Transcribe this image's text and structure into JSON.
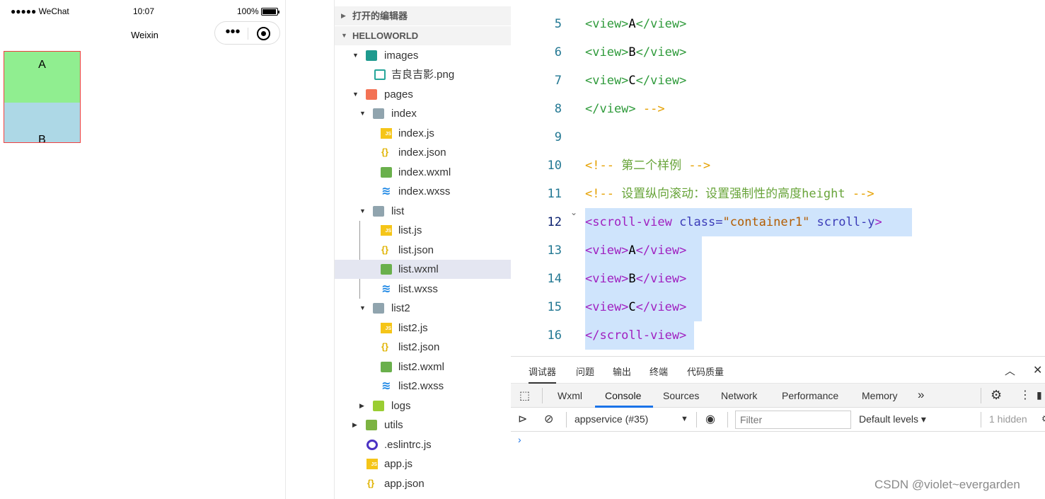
{
  "phone": {
    "status": {
      "signal": "●●●●● WeChat",
      "time": "10:07",
      "battery": "100%"
    },
    "nav_title": "Weixin",
    "capsule_dots": "•••",
    "box_a": "A",
    "box_b": "B"
  },
  "explorer": {
    "open_editors": "打开的编辑器",
    "project": "HELLOWORLD",
    "items": [
      {
        "label": "images"
      },
      {
        "label": "吉良吉影.png"
      },
      {
        "label": "pages"
      },
      {
        "label": "index"
      },
      {
        "label": "index.js"
      },
      {
        "label": "index.json"
      },
      {
        "label": "index.wxml"
      },
      {
        "label": "index.wxss"
      },
      {
        "label": "list"
      },
      {
        "label": "list.js"
      },
      {
        "label": "list.json"
      },
      {
        "label": "list.wxml"
      },
      {
        "label": "list.wxss"
      },
      {
        "label": "list2"
      },
      {
        "label": "list2.js"
      },
      {
        "label": "list2.json"
      },
      {
        "label": "list2.wxml"
      },
      {
        "label": "list2.wxss"
      },
      {
        "label": "logs"
      },
      {
        "label": "utils"
      },
      {
        "label": ".eslintrc.js"
      },
      {
        "label": "app.js"
      },
      {
        "label": "app.json"
      }
    ]
  },
  "editor": {
    "lines": [
      {
        "num": "5",
        "a": "<view>",
        "b": "A",
        "c": "</view>"
      },
      {
        "num": "6",
        "a": "<view>",
        "b": "B",
        "c": "</view>"
      },
      {
        "num": "7",
        "a": "<view>",
        "b": "C",
        "c": "</view>"
      },
      {
        "num": "8",
        "a": "</view>",
        "b": " -->"
      },
      {
        "num": "9"
      },
      {
        "num": "10",
        "a": "<!-- ",
        "b": "第二个样例",
        "c": " -->"
      },
      {
        "num": "11",
        "a": "<!-- ",
        "b": "设置纵向滚动：设置强制性的高度height",
        "c": " -->"
      },
      {
        "num": "12",
        "a": "<scroll-view",
        "b": " class=",
        "c": "\"container1\"",
        "d": " scroll-y",
        "e": ">"
      },
      {
        "num": "13",
        "a": "<view>",
        "b": "A",
        "c": "</view>"
      },
      {
        "num": "14",
        "a": "<view>",
        "b": "B",
        "c": "</view>"
      },
      {
        "num": "15",
        "a": "<view>",
        "b": "C",
        "c": "</view>"
      },
      {
        "num": "16",
        "a": "</scroll-view>"
      }
    ]
  },
  "devtools": {
    "top_tabs": [
      "调试器",
      "问题",
      "输出",
      "终端",
      "代码质量"
    ],
    "panel_tabs": [
      "Wxml",
      "Console",
      "Sources",
      "Network",
      "Performance",
      "Memory",
      "»"
    ],
    "context": "appservice (#35)",
    "filter_placeholder": "Filter",
    "levels": "Default levels ▾",
    "hidden": "1 hidden",
    "prompt": "›"
  },
  "watermark": "CSDN @violet~evergarden"
}
